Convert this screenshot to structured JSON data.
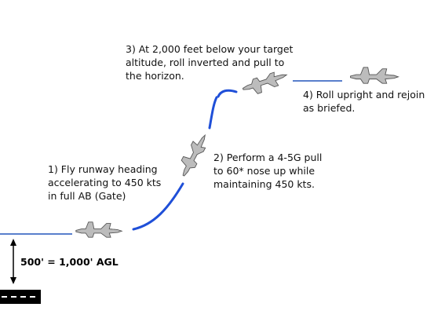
{
  "steps": [
    {
      "number": "1)",
      "lines": [
        "1) Fly runway heading",
        "accelerating to 450 kts",
        "in full AB (Gate)"
      ]
    },
    {
      "number": "2)",
      "lines": [
        "2) Perform a 4-5G pull",
        "to 60* nose up while",
        "maintaining 450 kts."
      ]
    },
    {
      "number": "3)",
      "lines": [
        "3) At 2,000 feet below your target",
        "altitude, roll inverted and pull to",
        "the horizon."
      ]
    },
    {
      "number": "4)",
      "lines": [
        "4) Roll upright and rejoin",
        "as briefed."
      ]
    }
  ],
  "altitude_label": "500' = 1,000' AGL",
  "icons": [
    "jet-icon",
    "altitude-arrow-icon",
    "runway-icon"
  ],
  "colors": {
    "flight_path": "#1f4fd8",
    "level_line": "#2255bb",
    "jet_fill": "#bcbcbc",
    "jet_stroke": "#555555",
    "text": "#111111"
  }
}
